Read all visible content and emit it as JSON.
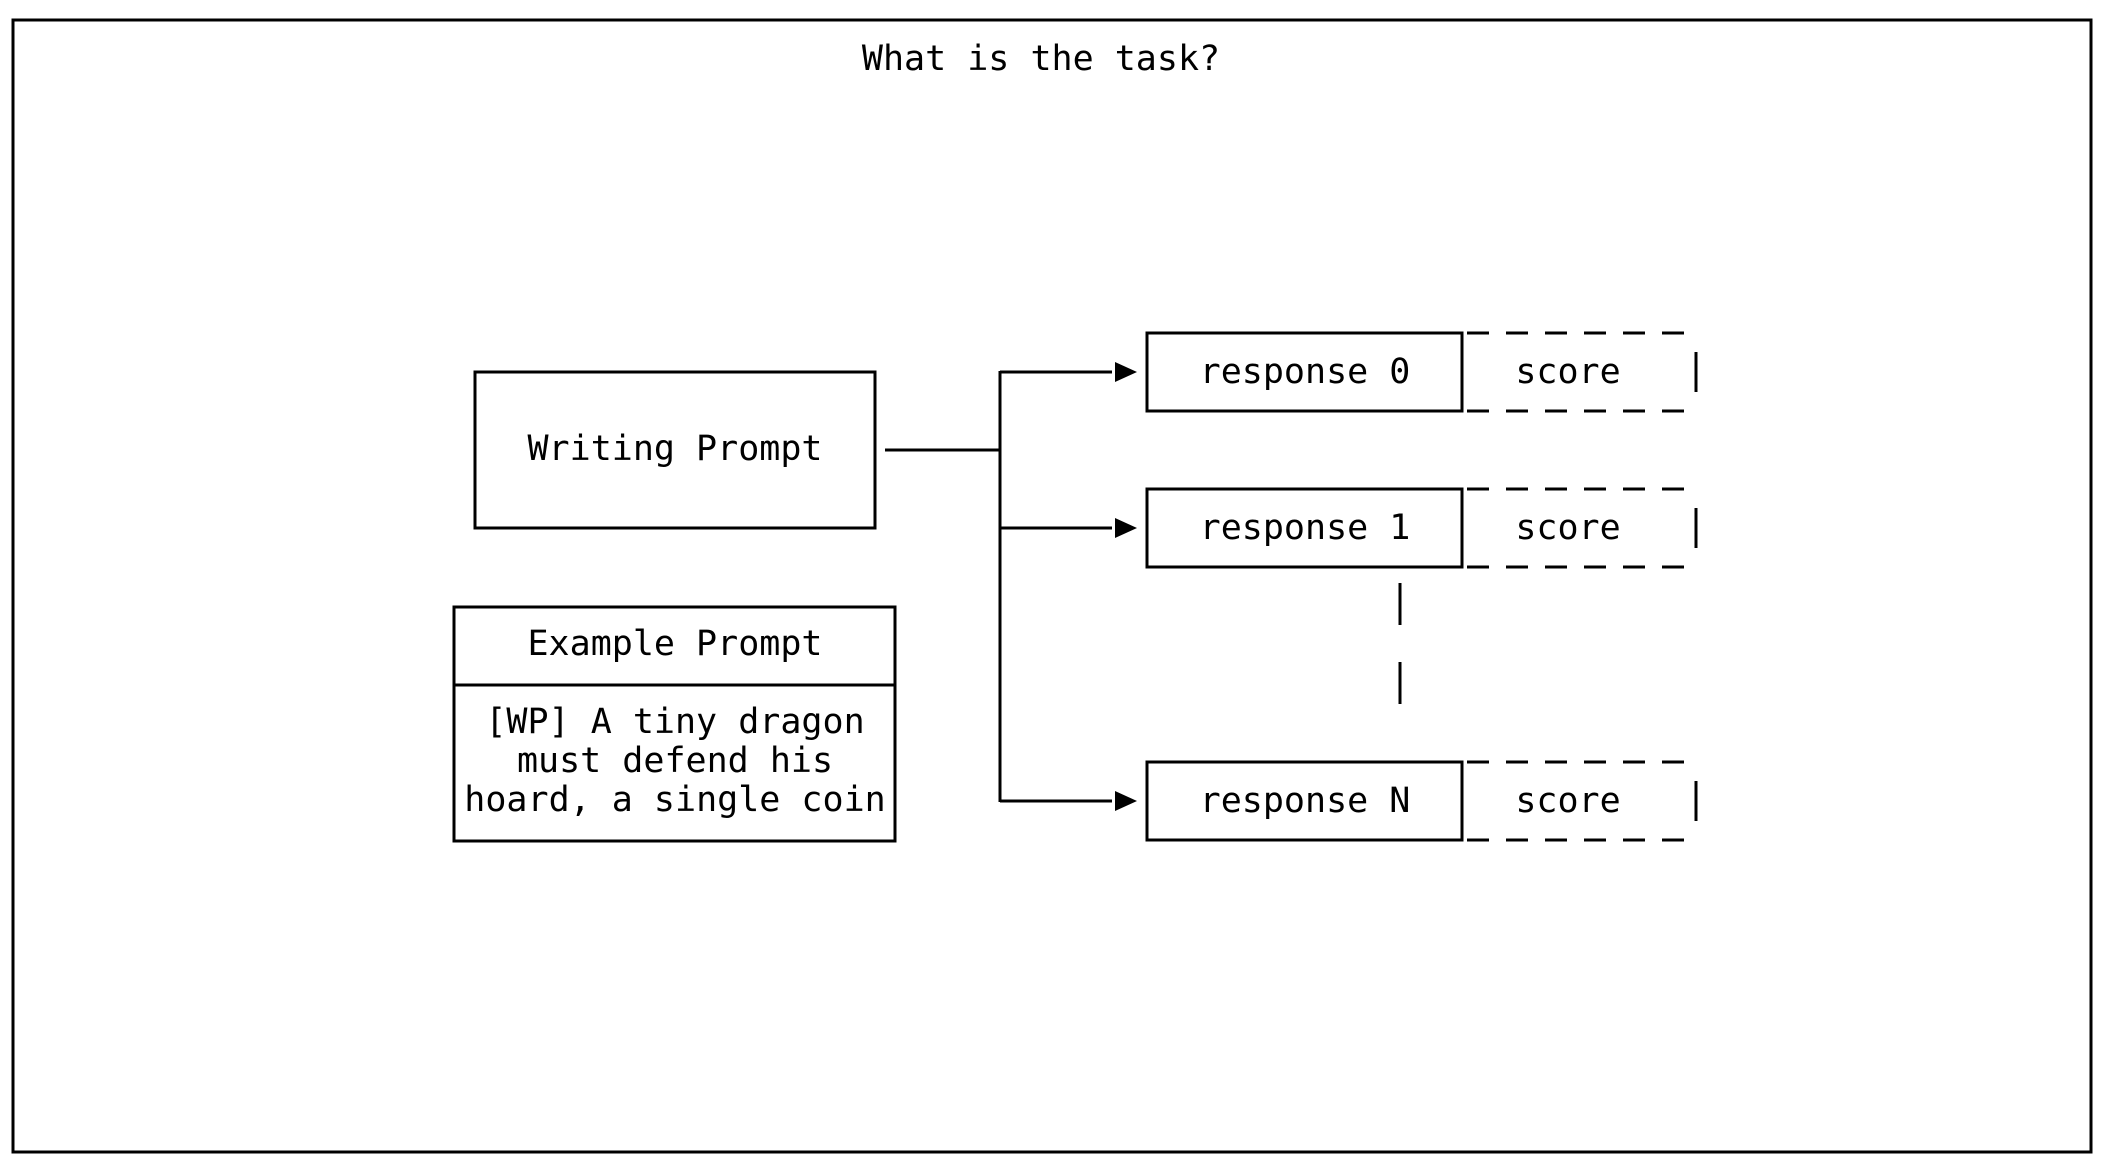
{
  "title": "What is the task?",
  "writing_prompt": {
    "label": "Writing Prompt"
  },
  "example_prompt": {
    "header": "Example Prompt",
    "lines": [
      "[WP] A tiny dragon",
      "must defend his",
      "hoard, a single coin"
    ]
  },
  "responses": [
    {
      "label": "response 0",
      "score": "score"
    },
    {
      "label": "response 1",
      "score": "score"
    },
    {
      "label": "response N",
      "score": "score"
    }
  ],
  "ellipsis": "vertical-dots"
}
